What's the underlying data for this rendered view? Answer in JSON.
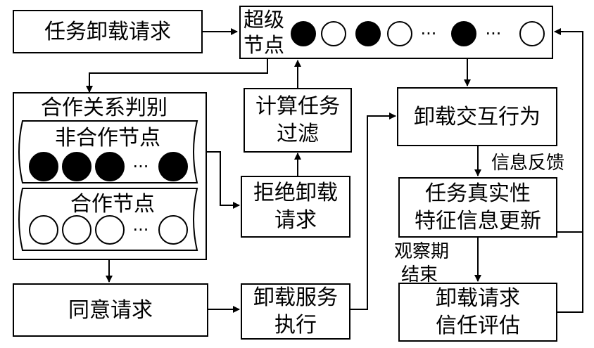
{
  "nodes": {
    "offload_request": "任务卸载请求",
    "super_node_line1": "超级",
    "super_node_line2": "节点",
    "coop_judge": "合作关系判别",
    "non_coop_nodes": "非合作节点",
    "coop_nodes": "合作节点",
    "calc_filter_line1": "计算任务",
    "calc_filter_line2": "过滤",
    "reject_line1": "拒绝卸载",
    "reject_line2": "请求",
    "agree": "同意请求",
    "exec_line1": "卸载服务",
    "exec_line2": "执行",
    "interaction": "卸载交互行为",
    "update_line1": "任务真实性",
    "update_line2": "特征信息更新",
    "eval_line1": "卸载请求",
    "eval_line2": "信任评估"
  },
  "edge_labels": {
    "feedback": "信息反馈",
    "observe_line1": "观察期",
    "observe_line2": "结束"
  },
  "ellipsis": "···",
  "colors": {
    "line": "#000000",
    "filled": "#000000",
    "empty": "#ffffff"
  }
}
